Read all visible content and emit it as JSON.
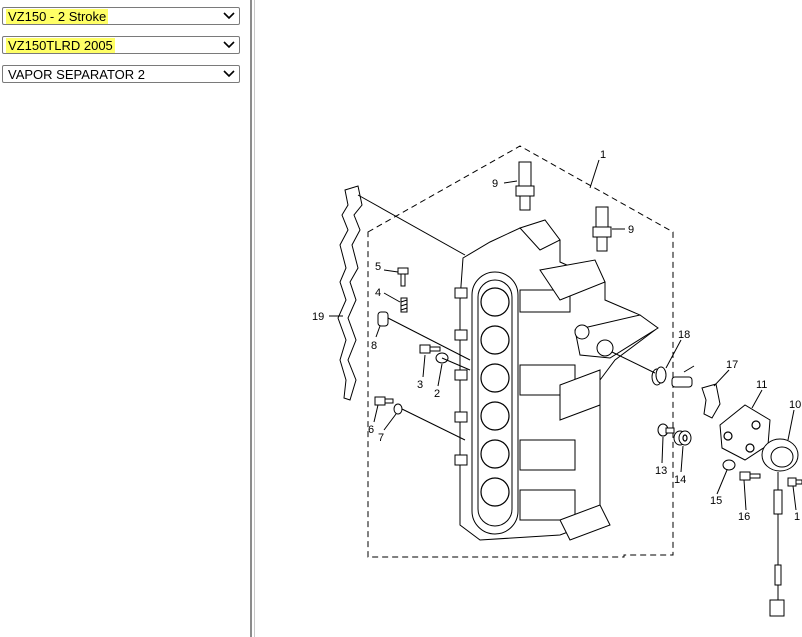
{
  "selectors": {
    "model": {
      "value": "VZ150 - 2 Stroke"
    },
    "version": {
      "value": "VZ150TLRD 2005"
    },
    "assembly": {
      "value": "VAPOR SEPARATOR 2"
    }
  },
  "diagram": {
    "callouts": [
      {
        "id": "c1",
        "label": "1"
      },
      {
        "id": "c9a",
        "label": "9"
      },
      {
        "id": "c9b",
        "label": "9"
      },
      {
        "id": "c5",
        "label": "5"
      },
      {
        "id": "c4",
        "label": "4"
      },
      {
        "id": "c19",
        "label": "19"
      },
      {
        "id": "c8",
        "label": "8"
      },
      {
        "id": "c3",
        "label": "3"
      },
      {
        "id": "c2",
        "label": "2"
      },
      {
        "id": "c6",
        "label": "6"
      },
      {
        "id": "c7",
        "label": "7"
      },
      {
        "id": "c18",
        "label": "18"
      },
      {
        "id": "c17",
        "label": "17"
      },
      {
        "id": "c11",
        "label": "11"
      },
      {
        "id": "c10",
        "label": "10"
      },
      {
        "id": "c13",
        "label": "13"
      },
      {
        "id": "c14",
        "label": "14"
      },
      {
        "id": "c15",
        "label": "15"
      },
      {
        "id": "c16",
        "label": "16"
      },
      {
        "id": "c12",
        "label": "1"
      }
    ]
  }
}
